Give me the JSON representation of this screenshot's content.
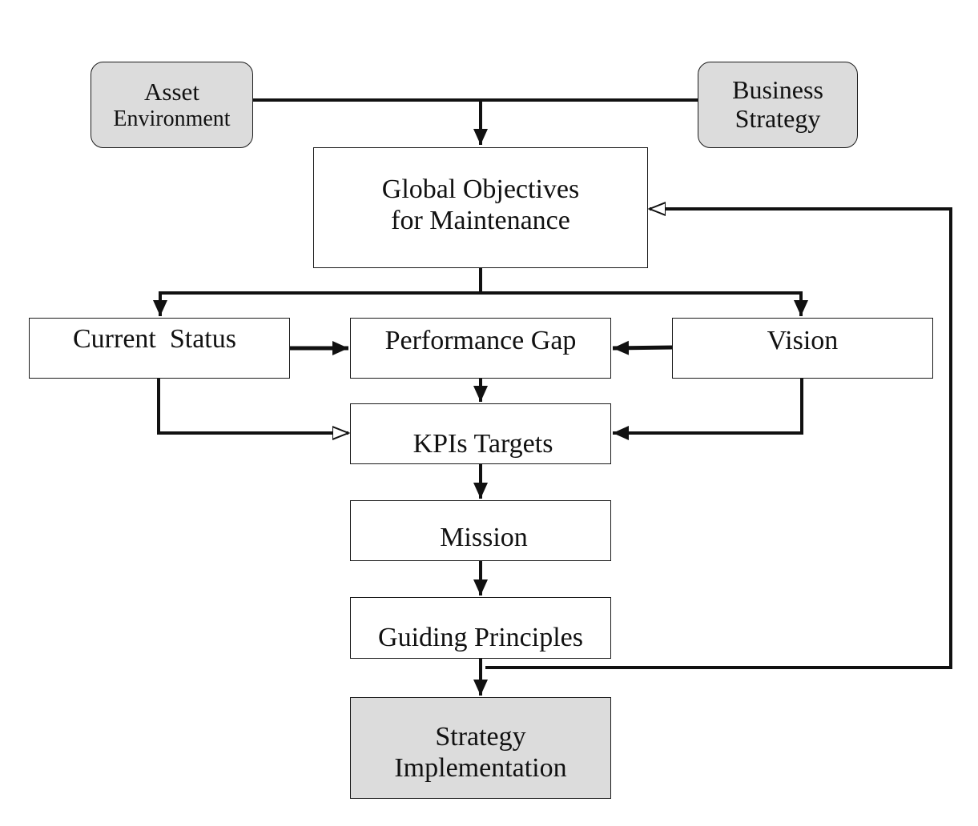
{
  "nodes": {
    "asset_environment": {
      "line1": "Asset",
      "line2": "Environment"
    },
    "business_strategy": {
      "line1": "Business",
      "line2": "Strategy"
    },
    "global_objectives": {
      "line1": "Global Objectives",
      "line2": "for Maintenance"
    },
    "current_status": {
      "label": "Current  Status"
    },
    "performance_gap": {
      "label": "Performance Gap"
    },
    "vision": {
      "label": "Vision"
    },
    "kpis_targets": {
      "label": "KPIs Targets"
    },
    "mission": {
      "label": "Mission"
    },
    "guiding_principles": {
      "label": "Guiding Principles"
    },
    "strategy_implementation": {
      "line1": "Strategy",
      "line2": "Implementation"
    }
  },
  "colors": {
    "line": "#111111",
    "box_border": "#1a1a1a",
    "shaded_fill": "#dcdcdc",
    "plain_fill": "#ffffff"
  }
}
